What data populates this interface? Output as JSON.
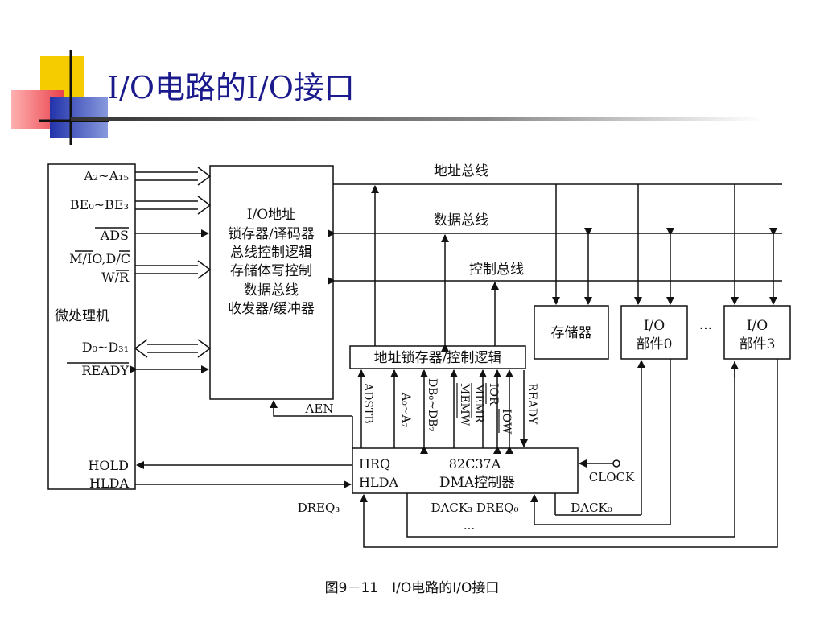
{
  "slide": {
    "title": "I/O电路的I/O接口",
    "caption": "图9－11　I/O电路的I/O接口"
  },
  "colors": {
    "title": "#1a1a8c",
    "deco_yellow": "#f4cc00",
    "deco_red": "#e8404a",
    "deco_blue": "#2233aa"
  },
  "diagram": {
    "cpu": {
      "pins": {
        "addr": "A₂~A₁₅",
        "be": "BE₀~BE₃",
        "ads": "ADS",
        "mio_dc": "M/IO,D/C",
        "wr": "W/R",
        "data": "D₀~D₃₁",
        "ready": "READY",
        "hold": "HOLD",
        "hlda": "HLDA"
      },
      "label": "微处理机"
    },
    "io_box": [
      "I/O地址",
      "锁存器/译码器",
      "总线控制逻辑",
      "存储体写控制",
      "数据总线",
      "收发器/缓冲器"
    ],
    "buses": {
      "address": "地址总线",
      "data": "数据总线",
      "control": "控制总线"
    },
    "latch": "地址锁存器/控制逻辑",
    "memory": "存储器",
    "io0": [
      "I/O",
      "部件0"
    ],
    "io3": [
      "I/O",
      "部件3"
    ],
    "dots": "···",
    "dma": {
      "hrq": "HRQ",
      "hlda": "HLDA",
      "chip": "82C37A",
      "name": "DMA控制器"
    },
    "signals": {
      "aen": "AEN",
      "adstb": "ADSTB",
      "a": "A₀~A₇",
      "db": "DB₀~DB₇",
      "memr": "MEMR",
      "memw": "MEMW",
      "ior": "IOR",
      "iow": "IOW",
      "ready_v": "READY",
      "clock": "CLOCK",
      "dreq3": "DREQ₃",
      "dack3_dreq0": "DACK₃ DREQ₀",
      "dack0": "DACK₀",
      "ellipsis": "···"
    }
  }
}
